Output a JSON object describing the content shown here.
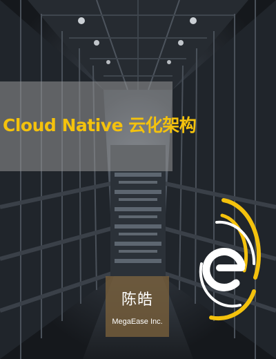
{
  "title": "Cloud Native 云化架构",
  "presenter": {
    "name": "陈皓",
    "company": "MegaEase Inc."
  },
  "logo": {
    "icon": "megaease-e-icon"
  },
  "colors": {
    "title": "#f4c20d",
    "logo_accent": "#f4c20d",
    "logo_white": "#ffffff",
    "presenter_text": "#ffffff",
    "band": "#969696",
    "presenter_box": "#765e3a",
    "background": "#1b1f24"
  }
}
